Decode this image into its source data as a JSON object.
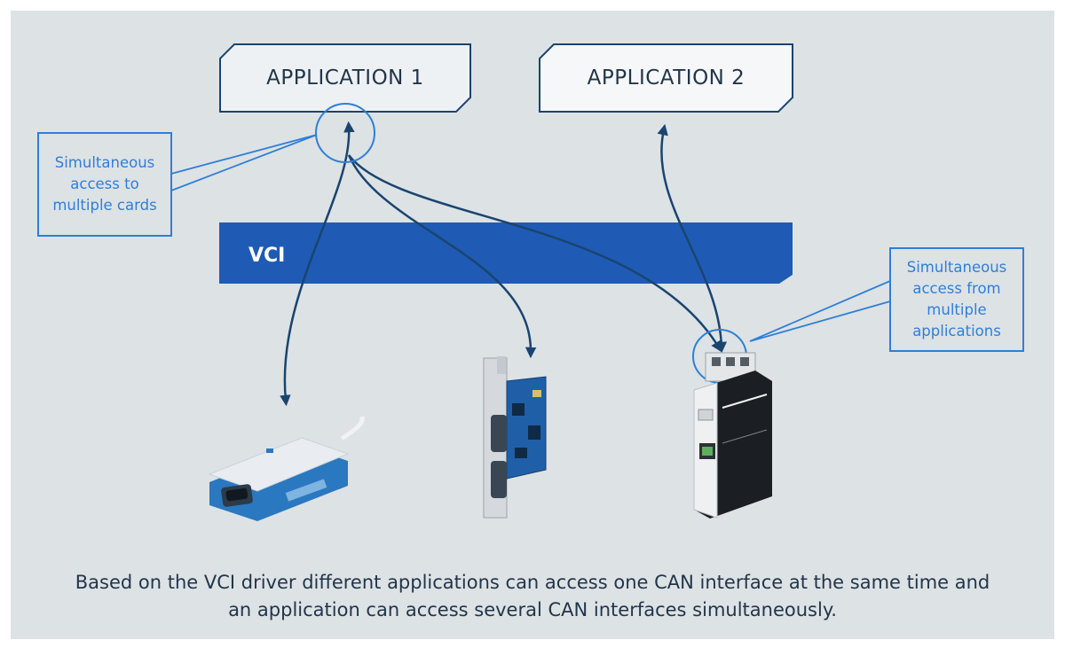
{
  "applications": [
    {
      "label": "APPLICATION 1"
    },
    {
      "label": "APPLICATION 2"
    }
  ],
  "layer": {
    "label": "VCI"
  },
  "callouts": {
    "left": [
      "Simultaneous",
      "access to",
      "multiple cards"
    ],
    "right": [
      "Simultaneous",
      "access from",
      "multiple",
      "applications"
    ]
  },
  "devices": [
    {
      "name": "usb-can-interface"
    },
    {
      "name": "pcie-can-card"
    },
    {
      "name": "din-rail-can-gateway"
    }
  ],
  "caption": [
    "Based on the VCI driver different applications can access one CAN interface at the same time and",
    "an application can access several CAN interfaces simultaneously."
  ],
  "colors": {
    "panel": "#dde2e5",
    "vci_bar": "#1f5bb5",
    "arrow": "#1a4470",
    "callout": "#2f7fd6",
    "text": "#22354a"
  }
}
